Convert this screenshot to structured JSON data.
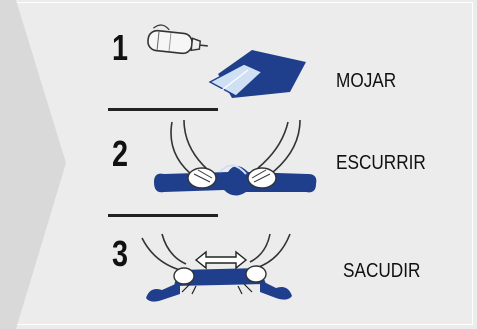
{
  "steps": [
    {
      "number": "1",
      "label": "MOJAR",
      "icon": "bottle-and-towel-icon"
    },
    {
      "number": "2",
      "label": "ESCURRIR",
      "icon": "wringing-hands-icon"
    },
    {
      "number": "3",
      "label": "SACUDIR",
      "icon": "shaking-towel-icon"
    }
  ],
  "colors": {
    "background": "#ececec",
    "chevron": "#d7d7d7",
    "towel": "#1f3f8c",
    "towel_light": "#cfe0f5",
    "ink": "#111111"
  }
}
